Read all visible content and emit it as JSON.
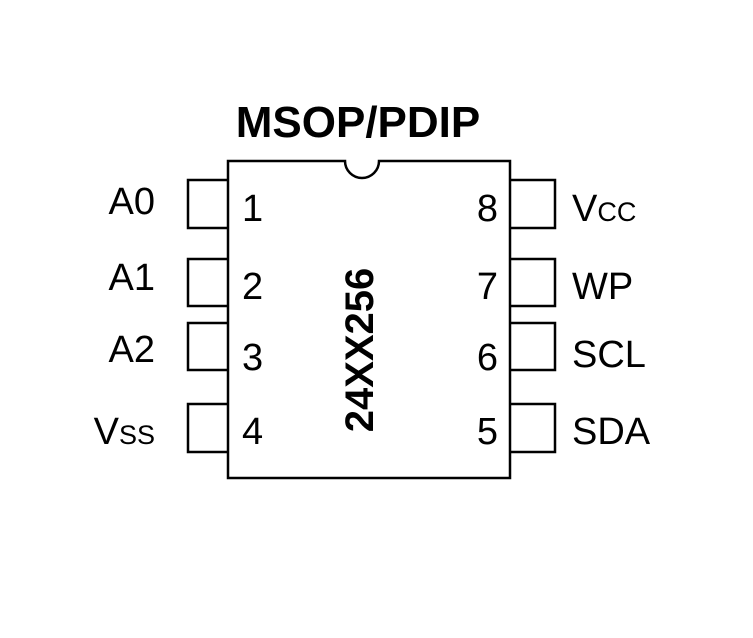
{
  "title": "MSOP/PDIP",
  "part_number": "24XX256",
  "pins_left": [
    {
      "number": "1",
      "label": "A0"
    },
    {
      "number": "2",
      "label": "A1"
    },
    {
      "number": "3",
      "label": "A2"
    },
    {
      "number": "4",
      "label": "Vss"
    }
  ],
  "pins_right": [
    {
      "number": "8",
      "label": "Vcc"
    },
    {
      "number": "7",
      "label": "WP"
    },
    {
      "number": "6",
      "label": "SCL"
    },
    {
      "number": "5",
      "label": "SDA"
    }
  ]
}
